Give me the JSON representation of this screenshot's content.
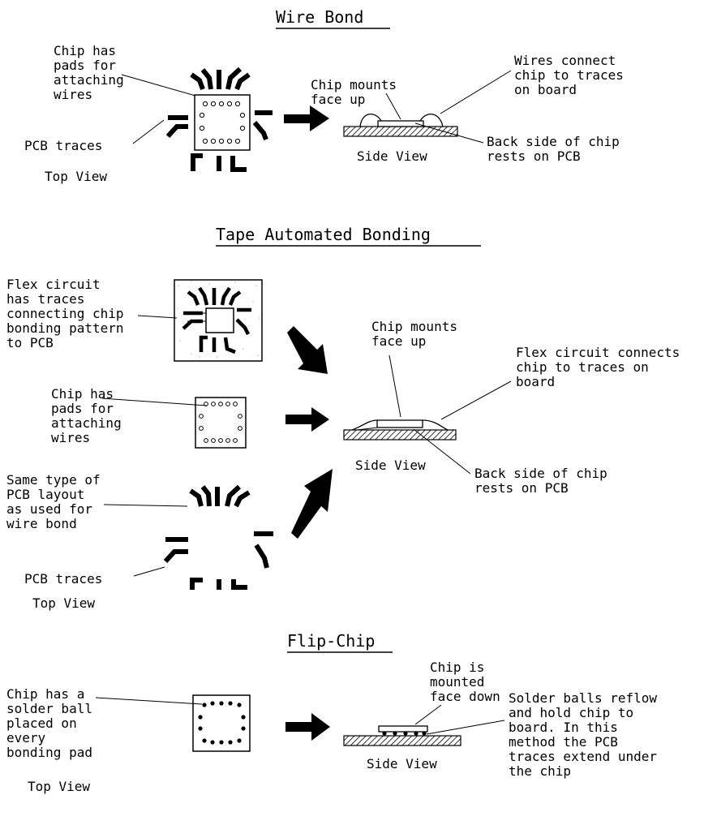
{
  "sections": {
    "wire_bond": {
      "title": "Wire Bond",
      "chip_label": [
        "Chip has",
        "pads for",
        "attaching",
        "wires"
      ],
      "traces_label": "PCB traces",
      "top_view": "Top View",
      "mounts_label": [
        "Chip mounts",
        "face up"
      ],
      "wires_label": [
        "Wires connect",
        "chip to traces",
        "on board"
      ],
      "side_view": "Side View",
      "back_label": [
        "Back side of chip",
        "rests on PCB"
      ]
    },
    "tab": {
      "title": "Tape Automated Bonding",
      "flex_label": [
        "Flex circuit",
        "has traces",
        "connecting chip",
        "bonding pattern",
        "to PCB"
      ],
      "chip_label": [
        "Chip has",
        "pads for",
        "attaching",
        "wires"
      ],
      "layout_label": [
        "Same type of",
        "PCB layout",
        "as used for",
        "wire bond"
      ],
      "traces_label": "PCB traces",
      "top_view": "Top View",
      "mounts_label": [
        "Chip mounts",
        "face up"
      ],
      "flex_connects_label": [
        "Flex circuit connects",
        "chip to traces on",
        "board"
      ],
      "side_view": "Side View",
      "back_label": [
        "Back side of chip",
        "rests on PCB"
      ]
    },
    "flip_chip": {
      "title": "Flip-Chip",
      "chip_label": [
        "Chip has a",
        "solder ball",
        "placed on",
        "every",
        "bonding pad"
      ],
      "top_view": "Top View",
      "mounted_label": [
        "Chip is",
        "mounted",
        "face down"
      ],
      "side_view": "Side View",
      "solder_label": [
        "Solder balls reflow",
        "and hold chip to",
        "board.  In this",
        "method the PCB",
        "traces extend under",
        "the chip"
      ]
    }
  }
}
